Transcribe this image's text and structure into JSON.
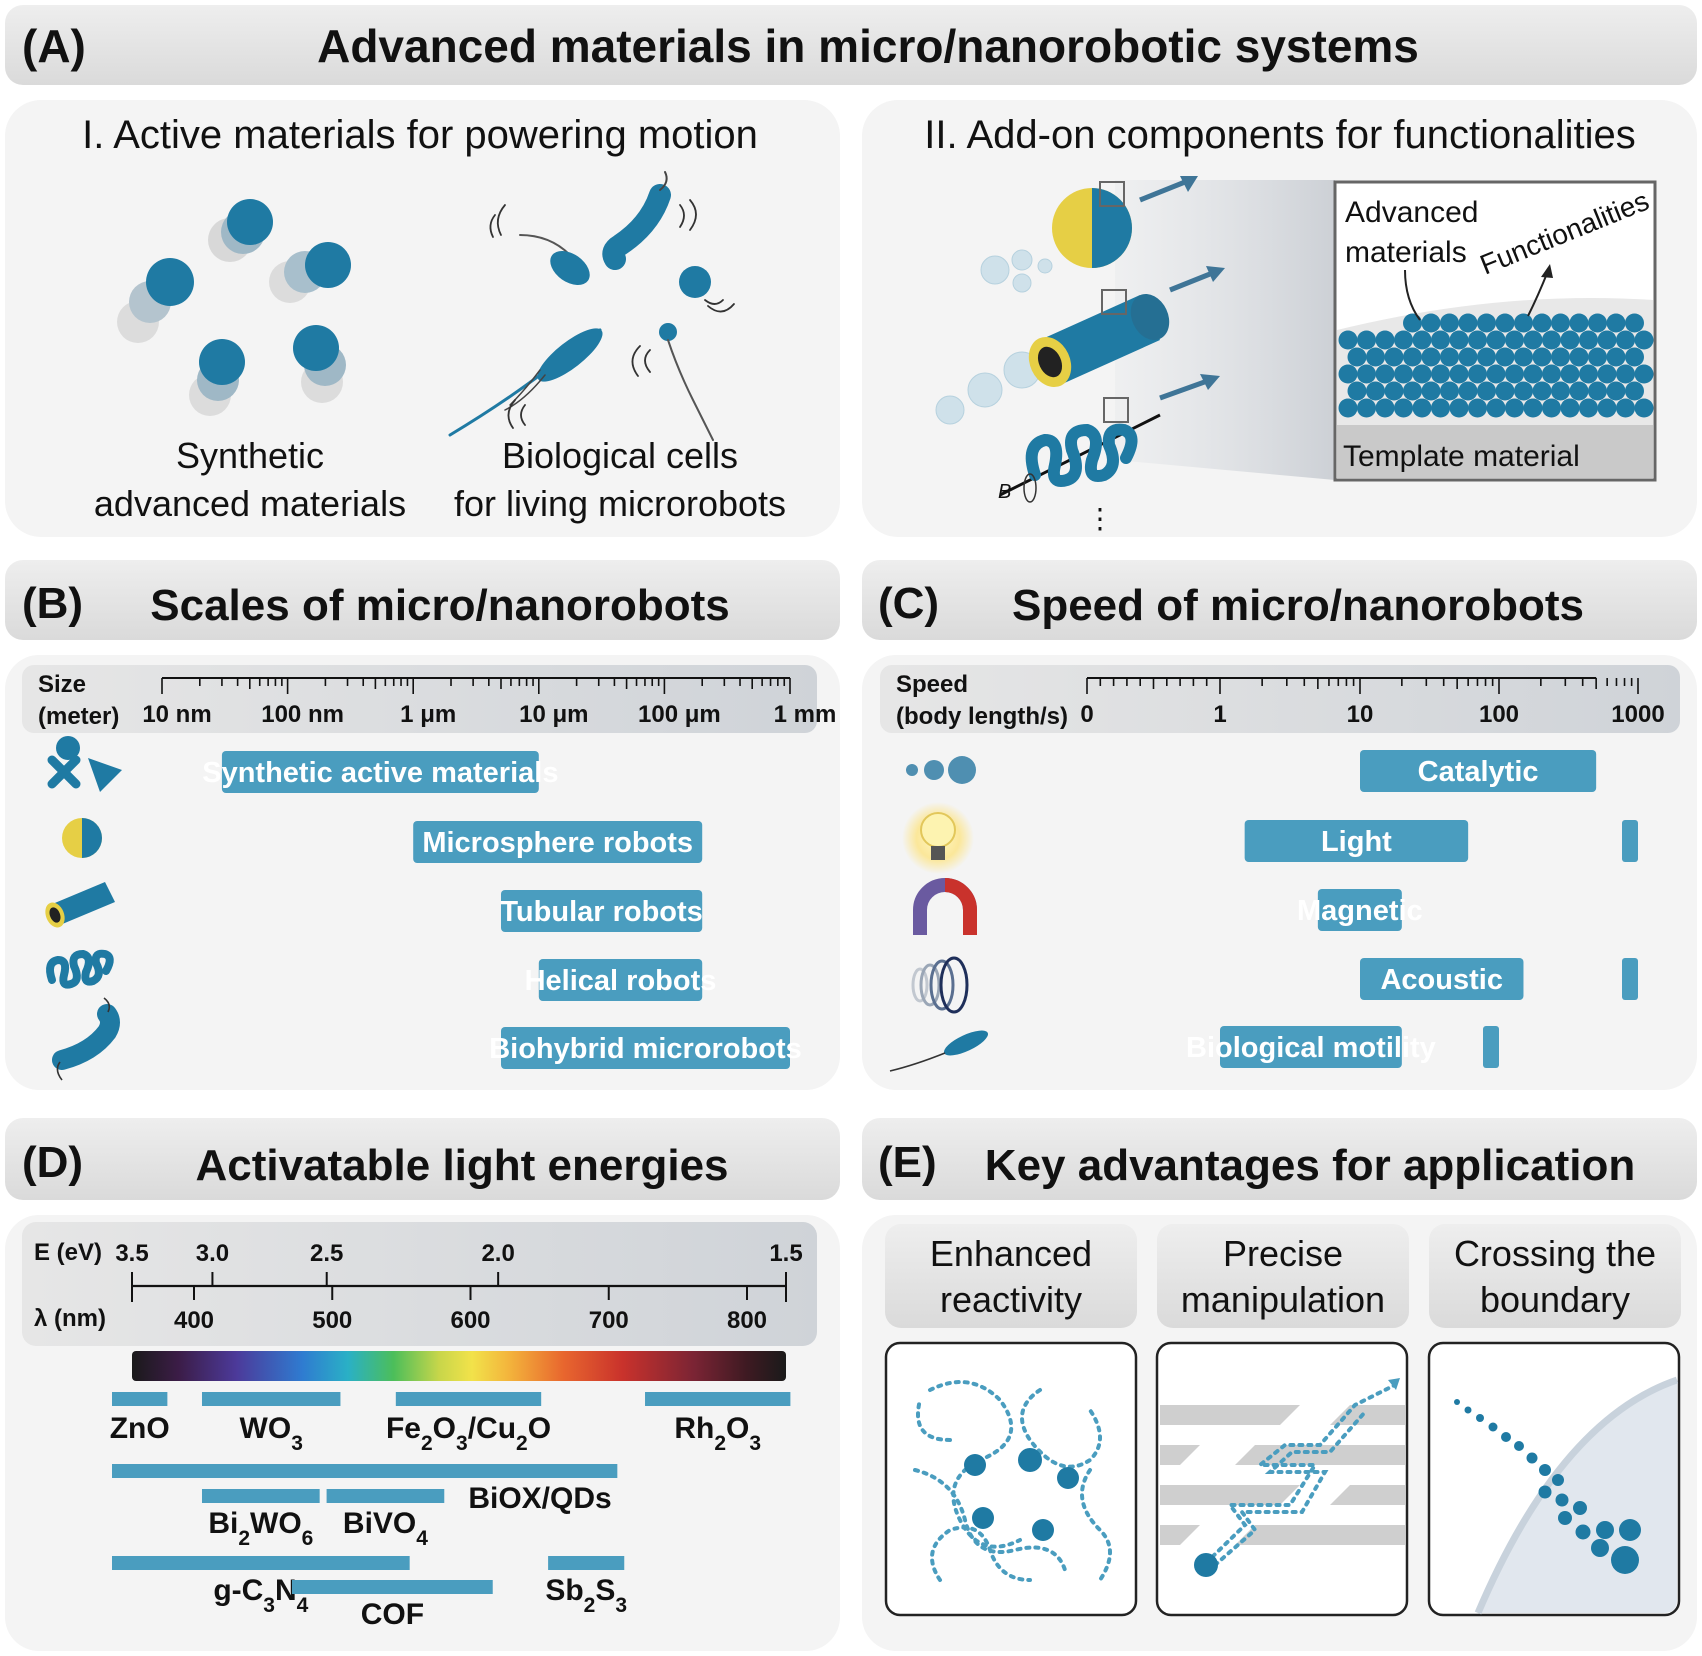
{
  "title": {
    "label": "(A)",
    "text": "Advanced materials in micro/nanorobotic systems"
  },
  "panelA": {
    "left_title": "I. Active materials for powering motion",
    "synthetic_label_1": "Synthetic",
    "synthetic_label_2": "advanced materials",
    "bio_label_1": "Biological cells",
    "bio_label_2": "for living microrobots",
    "right_title": "II. Add-on components for functionalities",
    "inset_label_1": "Advanced",
    "inset_label_2": "materials",
    "inset_functionalities": "Functionalities",
    "inset_template": "Template material",
    "field_label": "B",
    "ellipsis": "⋮"
  },
  "panelB": {
    "label": "(B)",
    "title": "Scales of micro/nanorobots",
    "axis_label_1": "Size",
    "axis_label_2": "(meter)",
    "ticks": [
      "10 nm",
      "100 nm",
      "1 μm",
      "10 μm",
      "100 μm",
      "1 mm"
    ],
    "rows": [
      {
        "label": "Synthetic active materials",
        "icon": "mixed-particles-icon",
        "range": [
          "~30 nm",
          "~10 μm"
        ]
      },
      {
        "label": "Microsphere robots",
        "icon": "janus-sphere-icon",
        "range": [
          "~1 μm",
          "~200 μm"
        ]
      },
      {
        "label": "Tubular robots",
        "icon": "tube-icon",
        "range": [
          "~5 μm",
          "~200 μm"
        ]
      },
      {
        "label": "Helical robots",
        "icon": "helix-icon",
        "range": [
          "~10 μm",
          "~200 μm"
        ]
      },
      {
        "label": "Biohybrid microrobots",
        "icon": "bacterium-icon",
        "range": [
          "~5 μm",
          "~1 mm"
        ]
      }
    ]
  },
  "panelC": {
    "label": "(C)",
    "title": "Speed of micro/nanorobots",
    "axis_label_1": "Speed",
    "axis_label_2": "(body length/s)",
    "ticks": [
      "0",
      "1",
      "10",
      "100",
      "1000"
    ],
    "rows": [
      {
        "label": "Catalytic",
        "icon": "bubbles-icon",
        "range": [
          10,
          500
        ]
      },
      {
        "label": "Light",
        "icon": "light-bulb-icon",
        "range": [
          1.5,
          60
        ],
        "extra_max": 1000
      },
      {
        "label": "Magnetic",
        "icon": "magnet-icon",
        "range": [
          5,
          20
        ]
      },
      {
        "label": "Acoustic",
        "icon": "acoustic-waves-icon",
        "range": [
          10,
          150
        ],
        "extra_max": 1000
      },
      {
        "label": "Biological motility",
        "icon": "bacterium-icon",
        "range": [
          1,
          20
        ],
        "extra_max": 100
      }
    ]
  },
  "panelD": {
    "label": "(D)",
    "title": "Activatable light energies",
    "energy_label": "E (eV)",
    "wavelength_label": "λ (nm)",
    "energy_ticks": [
      "3.5",
      "3.0",
      "2.5",
      "2.0",
      "1.5"
    ],
    "wavelength_ticks": [
      "400",
      "500",
      "600",
      "700",
      "800"
    ],
    "materials": [
      {
        "name": "ZnO",
        "range_nm": [
          355,
          395
        ]
      },
      {
        "name": "WO3",
        "range_nm": [
          420,
          520
        ]
      },
      {
        "name": "Fe2O3/Cu2O",
        "range_nm": [
          560,
          665
        ]
      },
      {
        "name": "Rh2O3",
        "range_nm": [
          740,
          845
        ]
      },
      {
        "name": "BiOX/QDs",
        "range_nm": [
          355,
          720
        ]
      },
      {
        "name": "Bi2WO6",
        "range_nm": [
          420,
          505
        ]
      },
      {
        "name": "BiVO4",
        "range_nm": [
          510,
          595
        ]
      },
      {
        "name": "g-C3N4",
        "range_nm": [
          355,
          570
        ]
      },
      {
        "name": "COF",
        "range_nm": [
          485,
          630
        ]
      },
      {
        "name": "Sb2S3",
        "range_nm": [
          670,
          725
        ]
      }
    ]
  },
  "panelE": {
    "label": "(E)",
    "title": "Key advantages for application",
    "cards": [
      {
        "line1": "Enhanced",
        "line2": "reactivity"
      },
      {
        "line1": "Precise",
        "line2": "manipulation"
      },
      {
        "line1": "Crossing the",
        "line2": "boundary"
      }
    ]
  },
  "colors": {
    "accent": "#2a7ba0",
    "bar": "#4a9dbf",
    "gold": "#e6cf45",
    "panel_bg": "#f4f4f4",
    "header_bg": "#e4e4e4"
  }
}
